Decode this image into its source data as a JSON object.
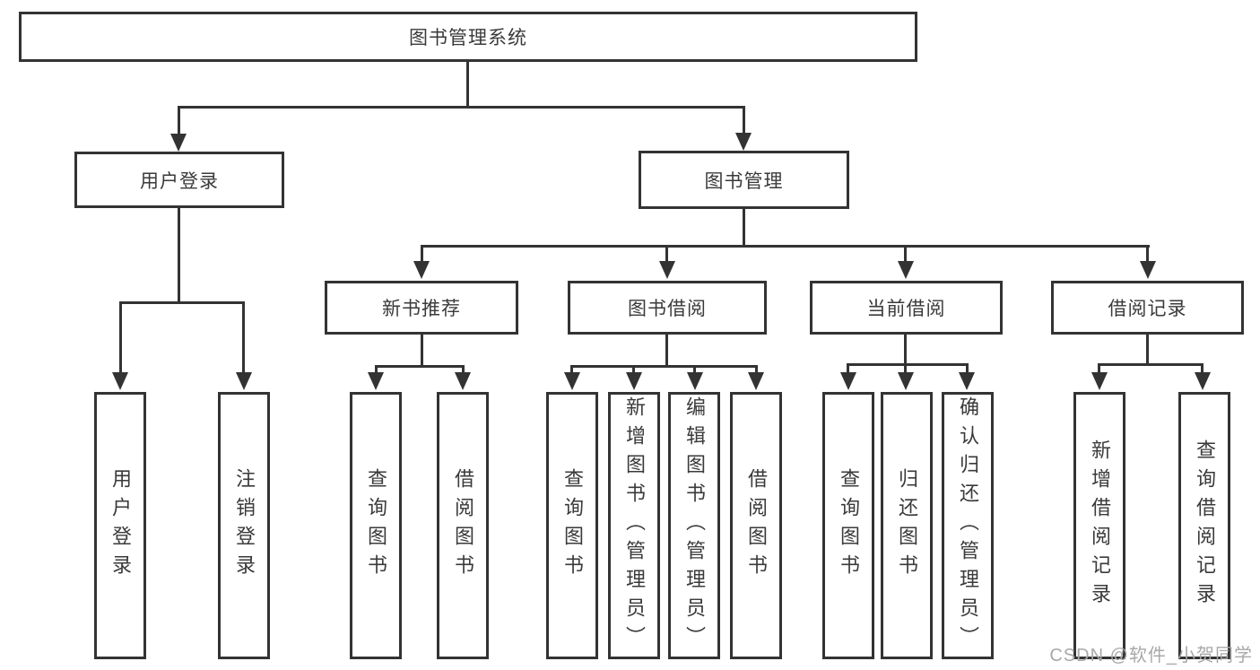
{
  "diagram": {
    "title": "图书管理系统",
    "level2": {
      "user_login": "用户登录",
      "book_mgmt": "图书管理"
    },
    "level3": {
      "new_book_rec": "新书推荐",
      "book_borrow": "图书借阅",
      "current_borrow": "当前借阅",
      "borrow_records": "借阅记录"
    },
    "leaves": {
      "user_login": "用户登录",
      "logout": "注销登录",
      "nbr_query": "查询图书",
      "nbr_borrow": "借阅图书",
      "bb_query": "查询图书",
      "bb_add": "新增图书（管理员）",
      "bb_edit": "编辑图书（管理员）",
      "bb_borrow": "借阅图书",
      "cb_query": "查询图书",
      "cb_return": "归还图书",
      "cb_confirm": "确认归还（管理员）",
      "br_add": "新增借阅记录",
      "br_query": "查询借阅记录"
    },
    "watermark": "CSDN @软件_小贺同学",
    "colors": {
      "line": "#333333",
      "text": "#3a3a3a",
      "watermark": "#a8a8a8",
      "background": "#ffffff"
    }
  }
}
